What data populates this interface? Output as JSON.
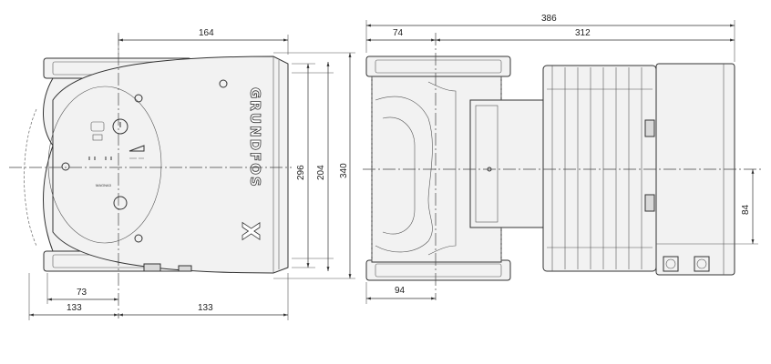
{
  "brand_text": "GRUNDFOS",
  "brand_mark": "X",
  "panel_label": "MAGNA3",
  "front_view": {
    "dimensions": {
      "top_width": "164",
      "height_inner": "296",
      "height_mid": "204",
      "height_total": "340",
      "bottom_small": "73",
      "bottom_left": "133",
      "bottom_right": "133"
    }
  },
  "side_view": {
    "dimensions": {
      "total_length": "386",
      "flange_offset": "74",
      "motor_length": "312",
      "bottom_flange": "94",
      "axis_offset": "84"
    }
  }
}
